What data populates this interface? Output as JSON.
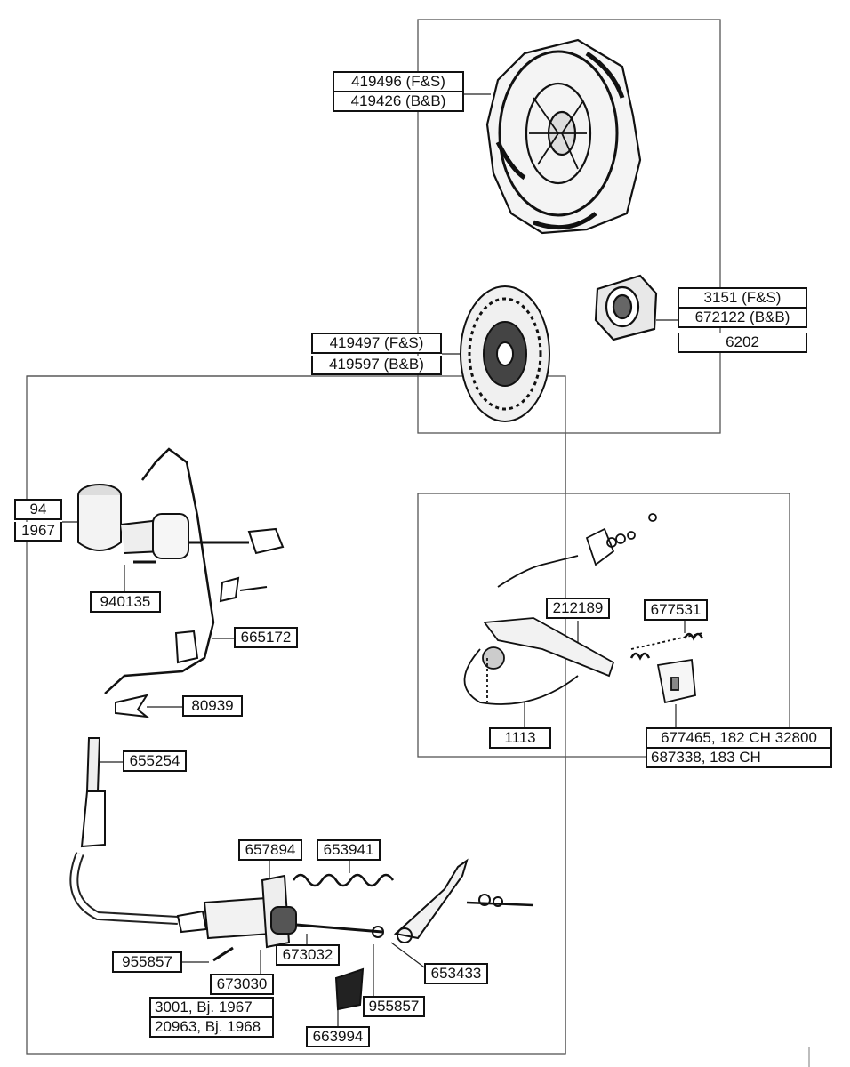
{
  "labels": {
    "pressure_plate_fs": "419496 (F&S)",
    "pressure_plate_bb": "419426 (B&B)",
    "release_bearing_fs": "3151 (F&S)",
    "release_bearing_bb": "672122 (B&B)",
    "release_bearing_alt": "6202",
    "clutch_disc_fs": "419497 (F&S)",
    "clutch_disc_bb": "419597 (B&B)",
    "master_cyl_a": "94",
    "master_cyl_b": "1967",
    "bolt_940135": "940135",
    "pipe_665172": "665172",
    "clip_80939": "80939",
    "hose_655254": "655254",
    "fork_212189": "212189",
    "spring_677531": "677531",
    "cable_1113": "1113",
    "cover_677465": "677465, 182 CH 32800",
    "cover_687338": "687338, 183 CH",
    "bracket_657894": "657894",
    "spring_653941": "653941",
    "bolt_955857_left": "955857",
    "slave_cyl_673030": "673030",
    "slave_cyl_3001": "3001, Bj. 1967",
    "slave_cyl_20963": "20963, Bj. 1968",
    "pushrod_673032": "673032",
    "nut_653433": "653433",
    "bolt_955857_right": "955857",
    "boot_663994": "663994"
  }
}
